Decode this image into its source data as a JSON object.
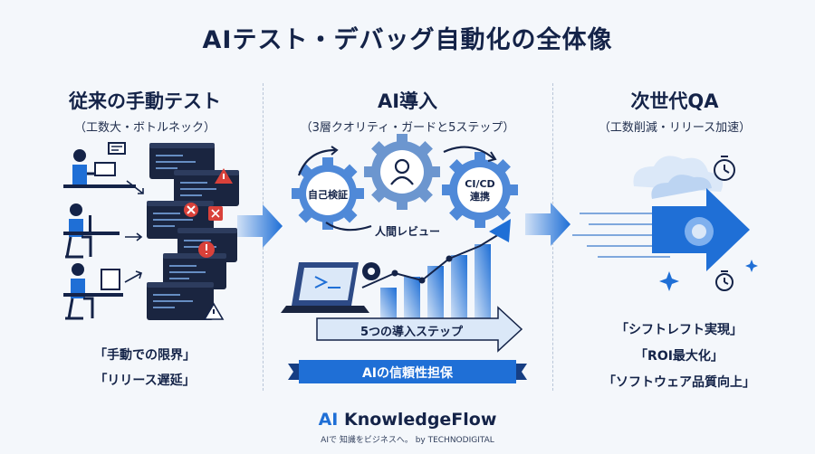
{
  "title": "AIテスト・デバッグ自動化の全体像",
  "left": {
    "heading": "従来の手動テスト",
    "subheading": "（工数大・ボトルネック）",
    "quotes": [
      "「手動での限界」",
      "「リリース遅延」"
    ]
  },
  "center": {
    "heading": "AI導入",
    "subheading": "（3層クオリティ・ガードと5ステップ）",
    "gears": [
      "自己検証",
      "CI/CD\n連携"
    ],
    "gear_cicd_line1": "CI/CD",
    "gear_cicd_line2": "連携",
    "review_label": "人間レビュー",
    "steps_label": "5つの導入ステップ",
    "ribbon_label": "AIの信頼性担保"
  },
  "right": {
    "heading": "次世代QA",
    "subheading": "（工数削減・リリース加速）",
    "quotes": [
      "「シフトレフト実現」",
      "「ROI最大化」",
      "「ソフトウェア品質向上」"
    ]
  },
  "brand": {
    "ai": "AI",
    "name": "KnowledgeFlow"
  },
  "tagline": "AIで 知識をビジネスへ。 by TECHNODIGITAL",
  "colors": {
    "navy": "#142348",
    "blue": "#1f6fd6",
    "light_blue": "#bcd4f2",
    "alert": "#d9413a"
  }
}
